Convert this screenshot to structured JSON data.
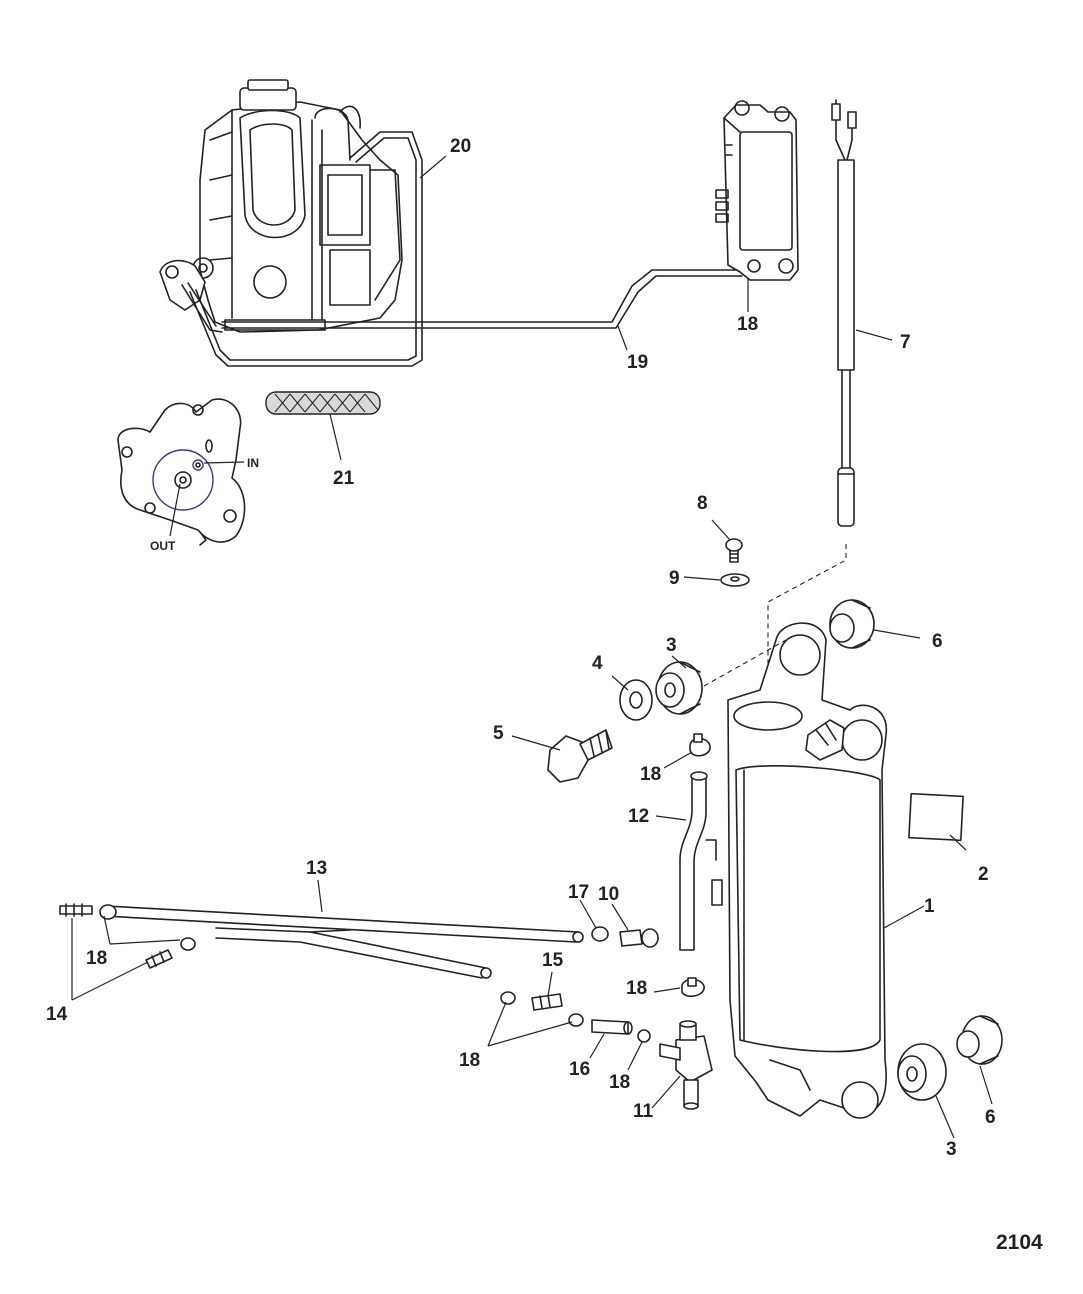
{
  "figure_number": "2104",
  "callouts": {
    "c1": "1",
    "c2": "2",
    "c3a": "3",
    "c3b": "3",
    "c4": "4",
    "c5": "5",
    "c6a": "6",
    "c6b": "6",
    "c7": "7",
    "c8": "8",
    "c9": "9",
    "c10": "10",
    "c11": "11",
    "c12": "12",
    "c13": "13",
    "c14": "14",
    "c15": "15",
    "c16": "16",
    "c17": "17",
    "c18a": "18",
    "c18b": "18",
    "c18c": "18",
    "c18d": "18",
    "c18e": "18",
    "c18f": "18",
    "c19": "19",
    "c20": "20",
    "c21": "21"
  },
  "pump_labels": {
    "in": "IN",
    "out": "OUT"
  },
  "colors": {
    "line": "#222222",
    "port_highlight": "#3a3a8c",
    "background": "#ffffff"
  }
}
